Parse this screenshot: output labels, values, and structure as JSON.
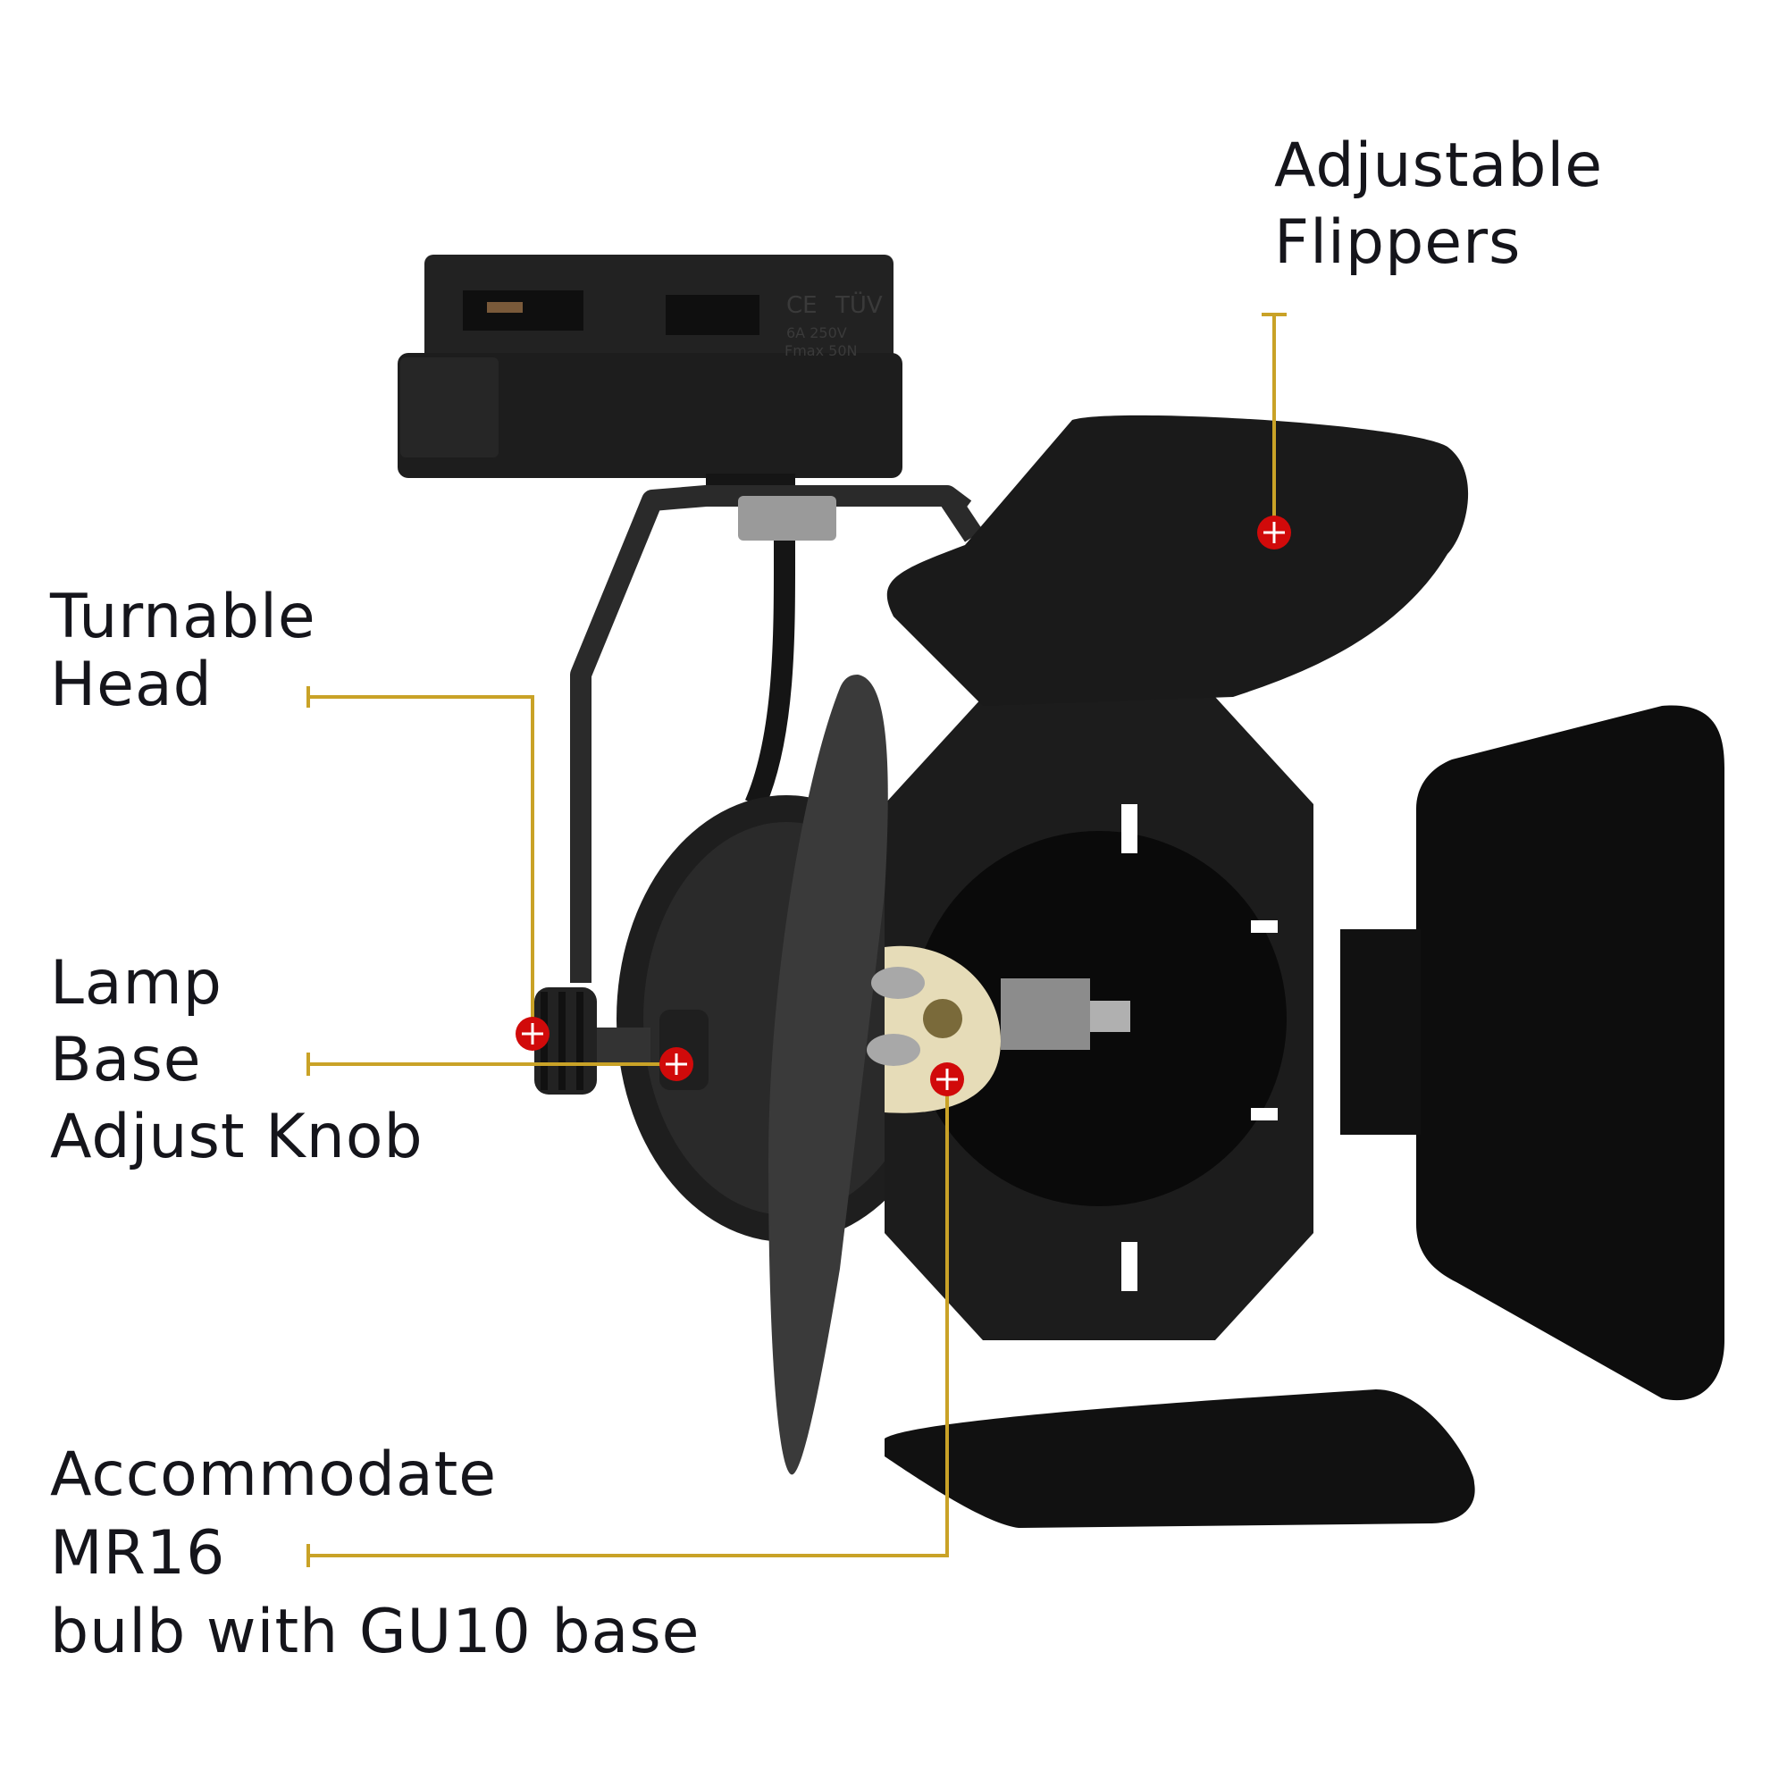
{
  "colors": {
    "background": "#ffffff",
    "text": "#15151b",
    "leader_line": "#c9a227",
    "marker_fill": "#d10a0a",
    "marker_cross": "#ffffff",
    "product_black": "#1b1b1b",
    "socket_ceramic": "#e6dcb8"
  },
  "product": {
    "track_adapter_marks": [
      "CE",
      "TÜV",
      "6A 250V",
      "Fmax 50N"
    ]
  },
  "callouts": [
    {
      "id": "adjustable-flippers",
      "lines": [
        "Adjustable",
        "Flippers"
      ],
      "marker_icon": "plus-marker"
    },
    {
      "id": "turnable-head",
      "lines": [
        "Turnable",
        "Head"
      ],
      "marker_icon": "plus-marker"
    },
    {
      "id": "lamp-base-adjust-knob",
      "lines": [
        "Lamp",
        "Base",
        "Adjust Knob"
      ],
      "marker_icon": "plus-marker"
    },
    {
      "id": "mr16-gu10",
      "lines": [
        "Accommodate",
        "MR16",
        "bulb with GU10 base"
      ],
      "marker_icon": "plus-marker"
    }
  ]
}
